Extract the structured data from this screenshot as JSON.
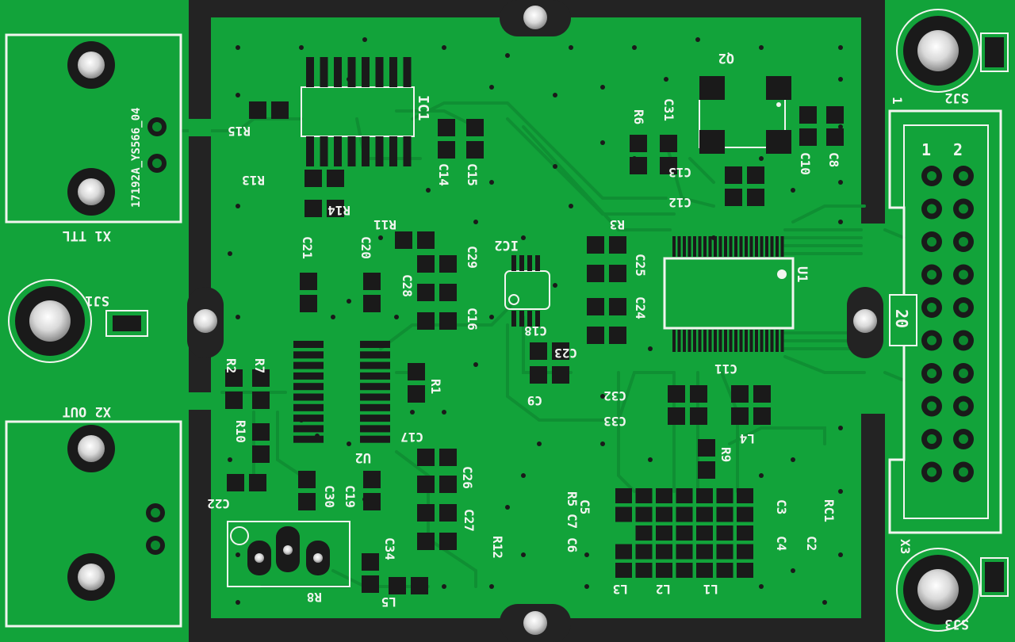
{
  "board": {
    "colors": {
      "mask": "#12a33a",
      "mask_dark": "#0c8a2f",
      "trace": "#0f8f33",
      "copper": "#1a1a1a",
      "silk": "#f2f5f0",
      "frame": "#232323"
    }
  },
  "labels": {
    "ic1": "IC1",
    "ic2": "IC2",
    "q2": "Q2",
    "u1": "U1",
    "u2": "U2",
    "x1": "X1 TTL",
    "x1_part": "17192A_YS566_04",
    "x2": "X2 OUT",
    "x3": "X3",
    "sj1": "SJ1",
    "sj2": "SJ2",
    "sj3": "SJ3",
    "pin1": "1",
    "pin2": "2",
    "pin20": "20",
    "r1": "R1",
    "r2": "R2",
    "r3": "R3",
    "r5": "R5",
    "r6": "R6",
    "r7": "R7",
    "r8": "R8",
    "r9": "R9",
    "r10": "R10",
    "r11": "R11",
    "r12": "R12",
    "r13": "R13",
    "r14": "R14",
    "r15": "R15",
    "rc1": "RC1",
    "c2": "C2",
    "c3": "C3",
    "c4": "C4",
    "c5": "C5",
    "c6": "C6",
    "c7": "C7",
    "c8": "C8",
    "c9": "C9",
    "c10": "C10",
    "c11": "C11",
    "c12": "C12",
    "c13": "C13",
    "c14": "C14",
    "c15": "C15",
    "c16": "C16",
    "c17": "C17",
    "c18": "C18",
    "c19": "C19",
    "c20": "C20",
    "c21": "C21",
    "c22": "C22",
    "c23": "C23",
    "c24": "C24",
    "c25": "C25",
    "c26": "C26",
    "c27": "C27",
    "c28": "C28",
    "c29": "C29",
    "c30": "C30",
    "c31": "C31",
    "c32": "C32",
    "c33": "C33",
    "c34": "C34",
    "l1": "L1",
    "l2": "L2",
    "l3": "L3",
    "l4": "L4",
    "l5": "L5"
  }
}
